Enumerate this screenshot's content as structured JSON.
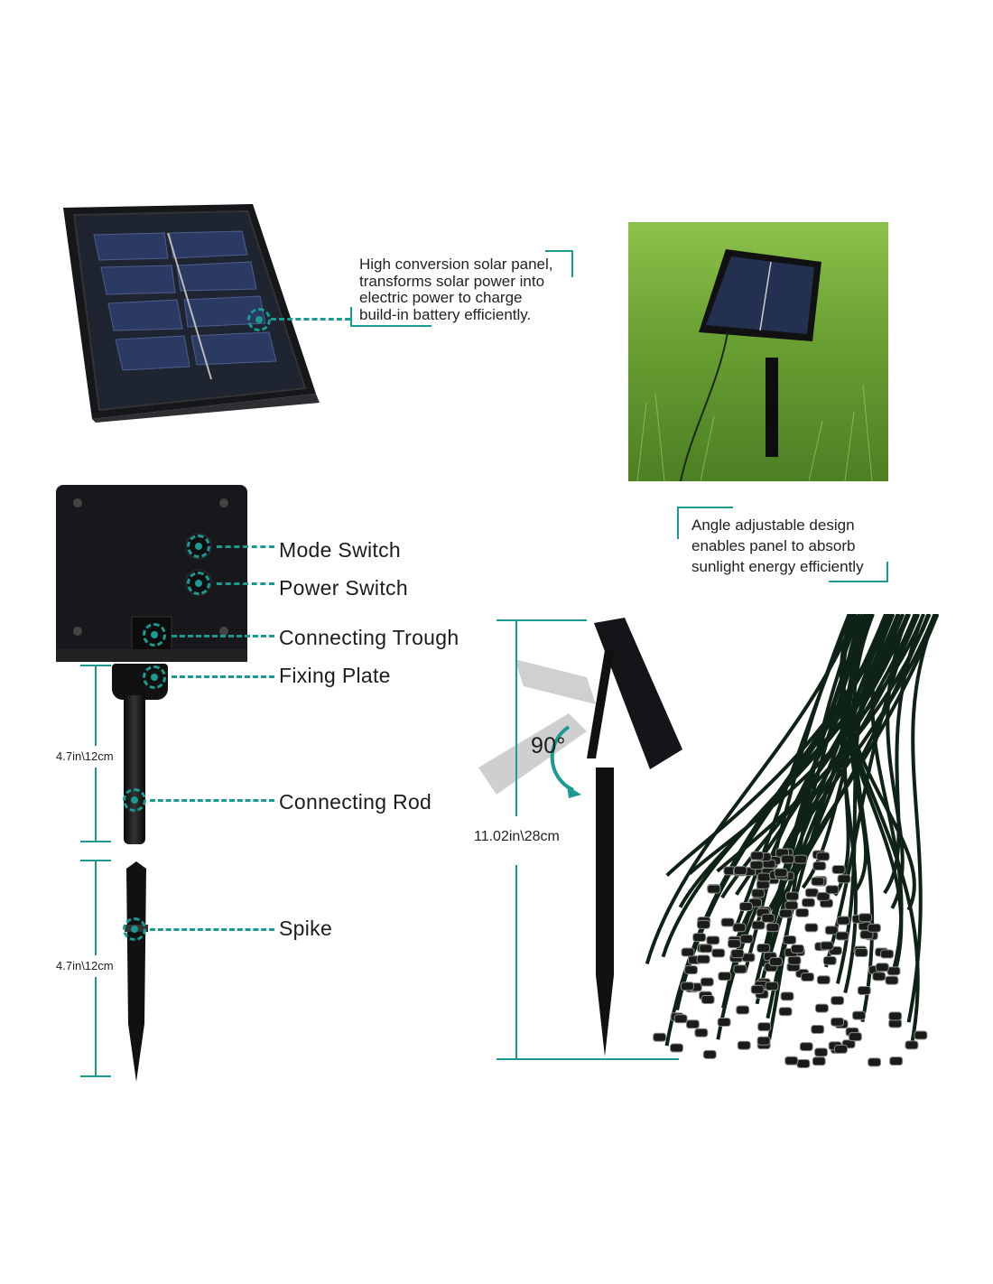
{
  "callouts": {
    "solar_panel": [
      "High conversion solar panel,",
      "transforms solar power into",
      "electric power to charge",
      "build-in battery efficiently."
    ],
    "angle": [
      "Angle adjustable design",
      "enables panel to absorb",
      "sunlight energy efficiently"
    ]
  },
  "parts": {
    "mode_switch": "Mode Switch",
    "power_switch": "Power Switch",
    "connecting_trough": "Connecting Trough",
    "fixing_plate": "Fixing Plate",
    "connecting_rod": "Connecting Rod",
    "spike": "Spike"
  },
  "dimensions": {
    "rod_length": "4.7in\\12cm",
    "spike_length": "4.7in\\12cm",
    "total_height": "11.02in\\28cm",
    "rotation": "90°"
  },
  "colors": {
    "accent": "#1a9a90",
    "panel": "#1b1d22",
    "grass": "#6aa033"
  }
}
